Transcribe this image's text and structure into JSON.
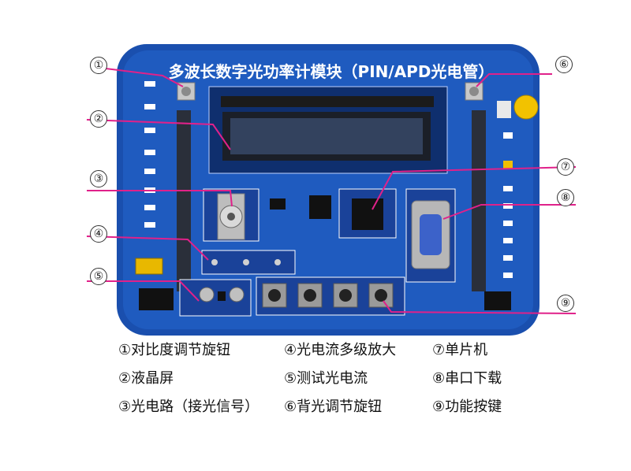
{
  "board": {
    "title": "多波长数字光功率计模块（PIN/APD光电管）",
    "colors": {
      "pcb": "#1f58b8",
      "pcb_dark": "#153f8c",
      "callout_line": "#e0218a",
      "lcd": "#2a3a55",
      "button": "#f2c200"
    }
  },
  "callouts": [
    {
      "marker": "①"
    },
    {
      "marker": "②"
    },
    {
      "marker": "③"
    },
    {
      "marker": "④"
    },
    {
      "marker": "⑤"
    },
    {
      "marker": "⑥"
    },
    {
      "marker": "⑦"
    },
    {
      "marker": "⑧"
    },
    {
      "marker": "⑨"
    }
  ],
  "legend": [
    {
      "text": "①对比度调节旋钮"
    },
    {
      "text": "④光电流多级放大"
    },
    {
      "text": "⑦单片机"
    },
    {
      "text": "②液晶屏"
    },
    {
      "text": "⑤测试光电流"
    },
    {
      "text": "⑧串口下载"
    },
    {
      "text": "③光电路（接光信号）"
    },
    {
      "text": "⑥背光调节旋钮"
    },
    {
      "text": "⑨功能按键"
    }
  ]
}
